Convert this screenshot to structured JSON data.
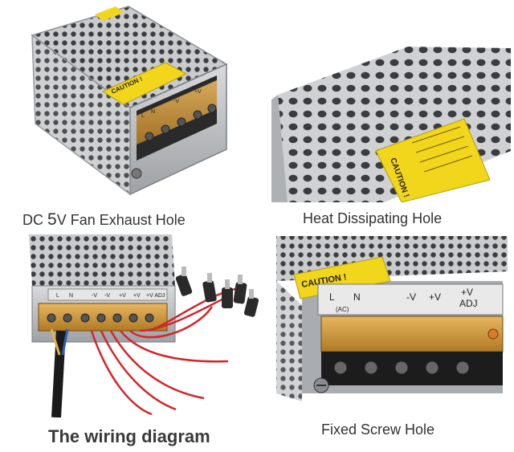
{
  "panels": {
    "top_left": {
      "caption_prefix": "DC ",
      "caption_number": "5",
      "caption_suffix": "V Fan Exhaust Hole",
      "caution_label": "CAUTION !",
      "terminal_labels": [
        "L",
        "N",
        "-V",
        "+V"
      ]
    },
    "top_right": {
      "caption": "Heat Dissipating Hole",
      "caution_label": "CAUTION !"
    },
    "bottom_left": {
      "caption": "The wiring diagram",
      "terminal_labels": [
        "L",
        "N",
        "-V",
        "-V",
        "+V",
        "+V",
        "+V ADJ"
      ]
    },
    "bottom_right": {
      "caption": "Fixed Screw Hole",
      "caution_label": "CAUTION !",
      "terminal_labels": [
        "L",
        "N",
        "(AC)",
        "-V",
        "+V",
        "+V",
        "ADJ"
      ]
    }
  },
  "colors": {
    "metal": "#c9cbcd",
    "metal_dark": "#8e9195",
    "hole": "#3b3d40",
    "label_yellow": "#f2d61b",
    "terminal_amber": "#d29a3a",
    "wire_red": "#d4252b"
  }
}
